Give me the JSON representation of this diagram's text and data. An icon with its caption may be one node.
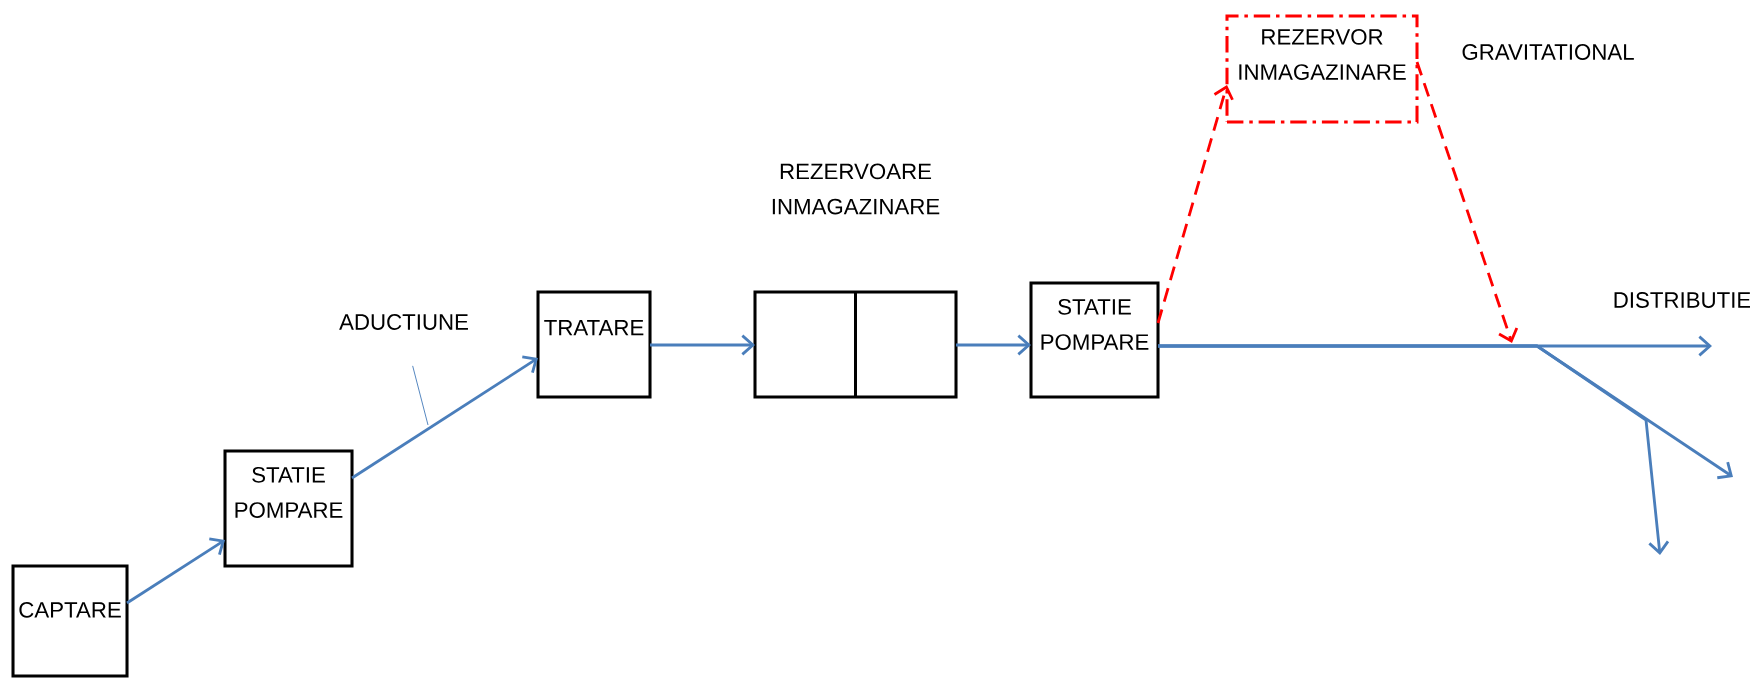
{
  "diagram": {
    "nodes": [
      {
        "text": [
          "CAPTARE"
        ]
      },
      {
        "text": [
          "STATIE POMPARE"
        ]
      },
      {
        "text": [
          "ADUCTIUNE"
        ]
      },
      {
        "text": [
          "TRATARE"
        ]
      },
      {
        "text": [
          "REZERVOARE INMAGAZINARE"
        ]
      },
      {
        "text": [
          "STATIE POMPARE"
        ]
      },
      {
        "text": [
          "REZERVOR INMAGAZINARE"
        ],
        "beside": [
          "GRAVITATIONAL"
        ]
      }
    ],
    "edges": [
      {
        "from": 0,
        "to": 1,
        "arrow": "to"
      },
      {
        "from": 1,
        "to": 3,
        "arrow": "to"
      },
      {
        "from": 3,
        "to": 4,
        "arrow": "to"
      },
      {
        "from": 4,
        "to": 5,
        "arrow": "to"
      },
      {
        "from": 5,
        "to": null,
        "arrow": "to"
      },
      {
        "from": 5,
        "to": null,
        "arrow": "to"
      },
      {
        "from": 5,
        "to": null,
        "arrow": "to"
      },
      {
        "from": 5,
        "to": 6,
        "arrow": "to",
        "style": "dashed",
        "color": "#ff0000"
      },
      {
        "from": 6,
        "to": null,
        "arrow": "to",
        "style": "dashed",
        "color": "#ff0000"
      },
      {
        "from": 2,
        "to": null,
        "arrow": "none"
      }
    ],
    "labels": [
      "DISTRIBUTIE"
    ]
  }
}
